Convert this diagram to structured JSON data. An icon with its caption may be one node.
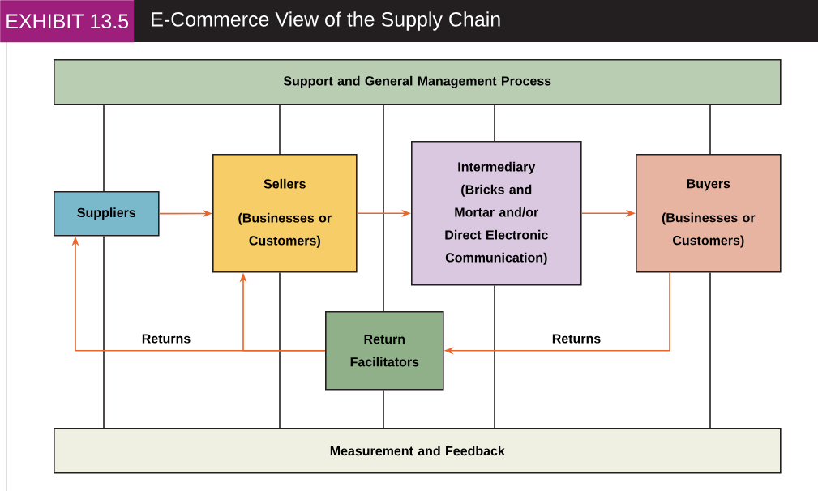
{
  "diagram": {
    "title": "E-Commerce View of the Supply Chain",
    "nodes": [
      {
        "text": [
          "Support and General Management Process"
        ]
      },
      {
        "text": [
          "Suppliers"
        ]
      },
      {
        "text": [
          "Sellers",
          "(Businesses or Customers)"
        ]
      },
      {
        "text": [
          "Intermediary (Bricks and Mortar and/or Direct Electronic Communication)"
        ]
      },
      {
        "text": [
          "Buyers",
          "(Businesses or Customers)"
        ]
      },
      {
        "text": [
          "Return Facilitators"
        ]
      },
      {
        "text": [
          "Measurement and Feedback"
        ]
      }
    ],
    "edges": [
      {
        "from": 1,
        "to": 2,
        "arrow": "to",
        "color": "#e8662a"
      },
      {
        "from": 2,
        "to": 3,
        "arrow": "to",
        "color": "#e8662a"
      },
      {
        "from": 3,
        "to": 4,
        "arrow": "to",
        "color": "#e8662a"
      },
      {
        "from": 4,
        "to": 5,
        "arrow": "to",
        "label": "Returns",
        "color": "#e8662a"
      },
      {
        "from": 5,
        "to": 1,
        "arrow": "to",
        "label": "Returns",
        "color": "#e8662a"
      },
      {
        "from": 5,
        "to": 2,
        "arrow": "to",
        "color": "#e8662a"
      },
      {
        "from": 0,
        "to": 1,
        "arrow": "none"
      },
      {
        "from": 1,
        "to": 6,
        "arrow": "none"
      },
      {
        "from": 0,
        "to": 2,
        "arrow": "none"
      },
      {
        "from": 2,
        "to": 6,
        "arrow": "none"
      },
      {
        "from": 0,
        "to": 5,
        "arrow": "none"
      },
      {
        "from": 5,
        "to": 6,
        "arrow": "none"
      },
      {
        "from": 0,
        "to": 3,
        "arrow": "none"
      },
      {
        "from": 3,
        "to": 6,
        "arrow": "none"
      },
      {
        "from": 0,
        "to": 4,
        "arrow": "none"
      },
      {
        "from": 4,
        "to": 6,
        "arrow": "none"
      }
    ],
    "labels": [
      "EXHIBIT 13.5"
    ]
  }
}
